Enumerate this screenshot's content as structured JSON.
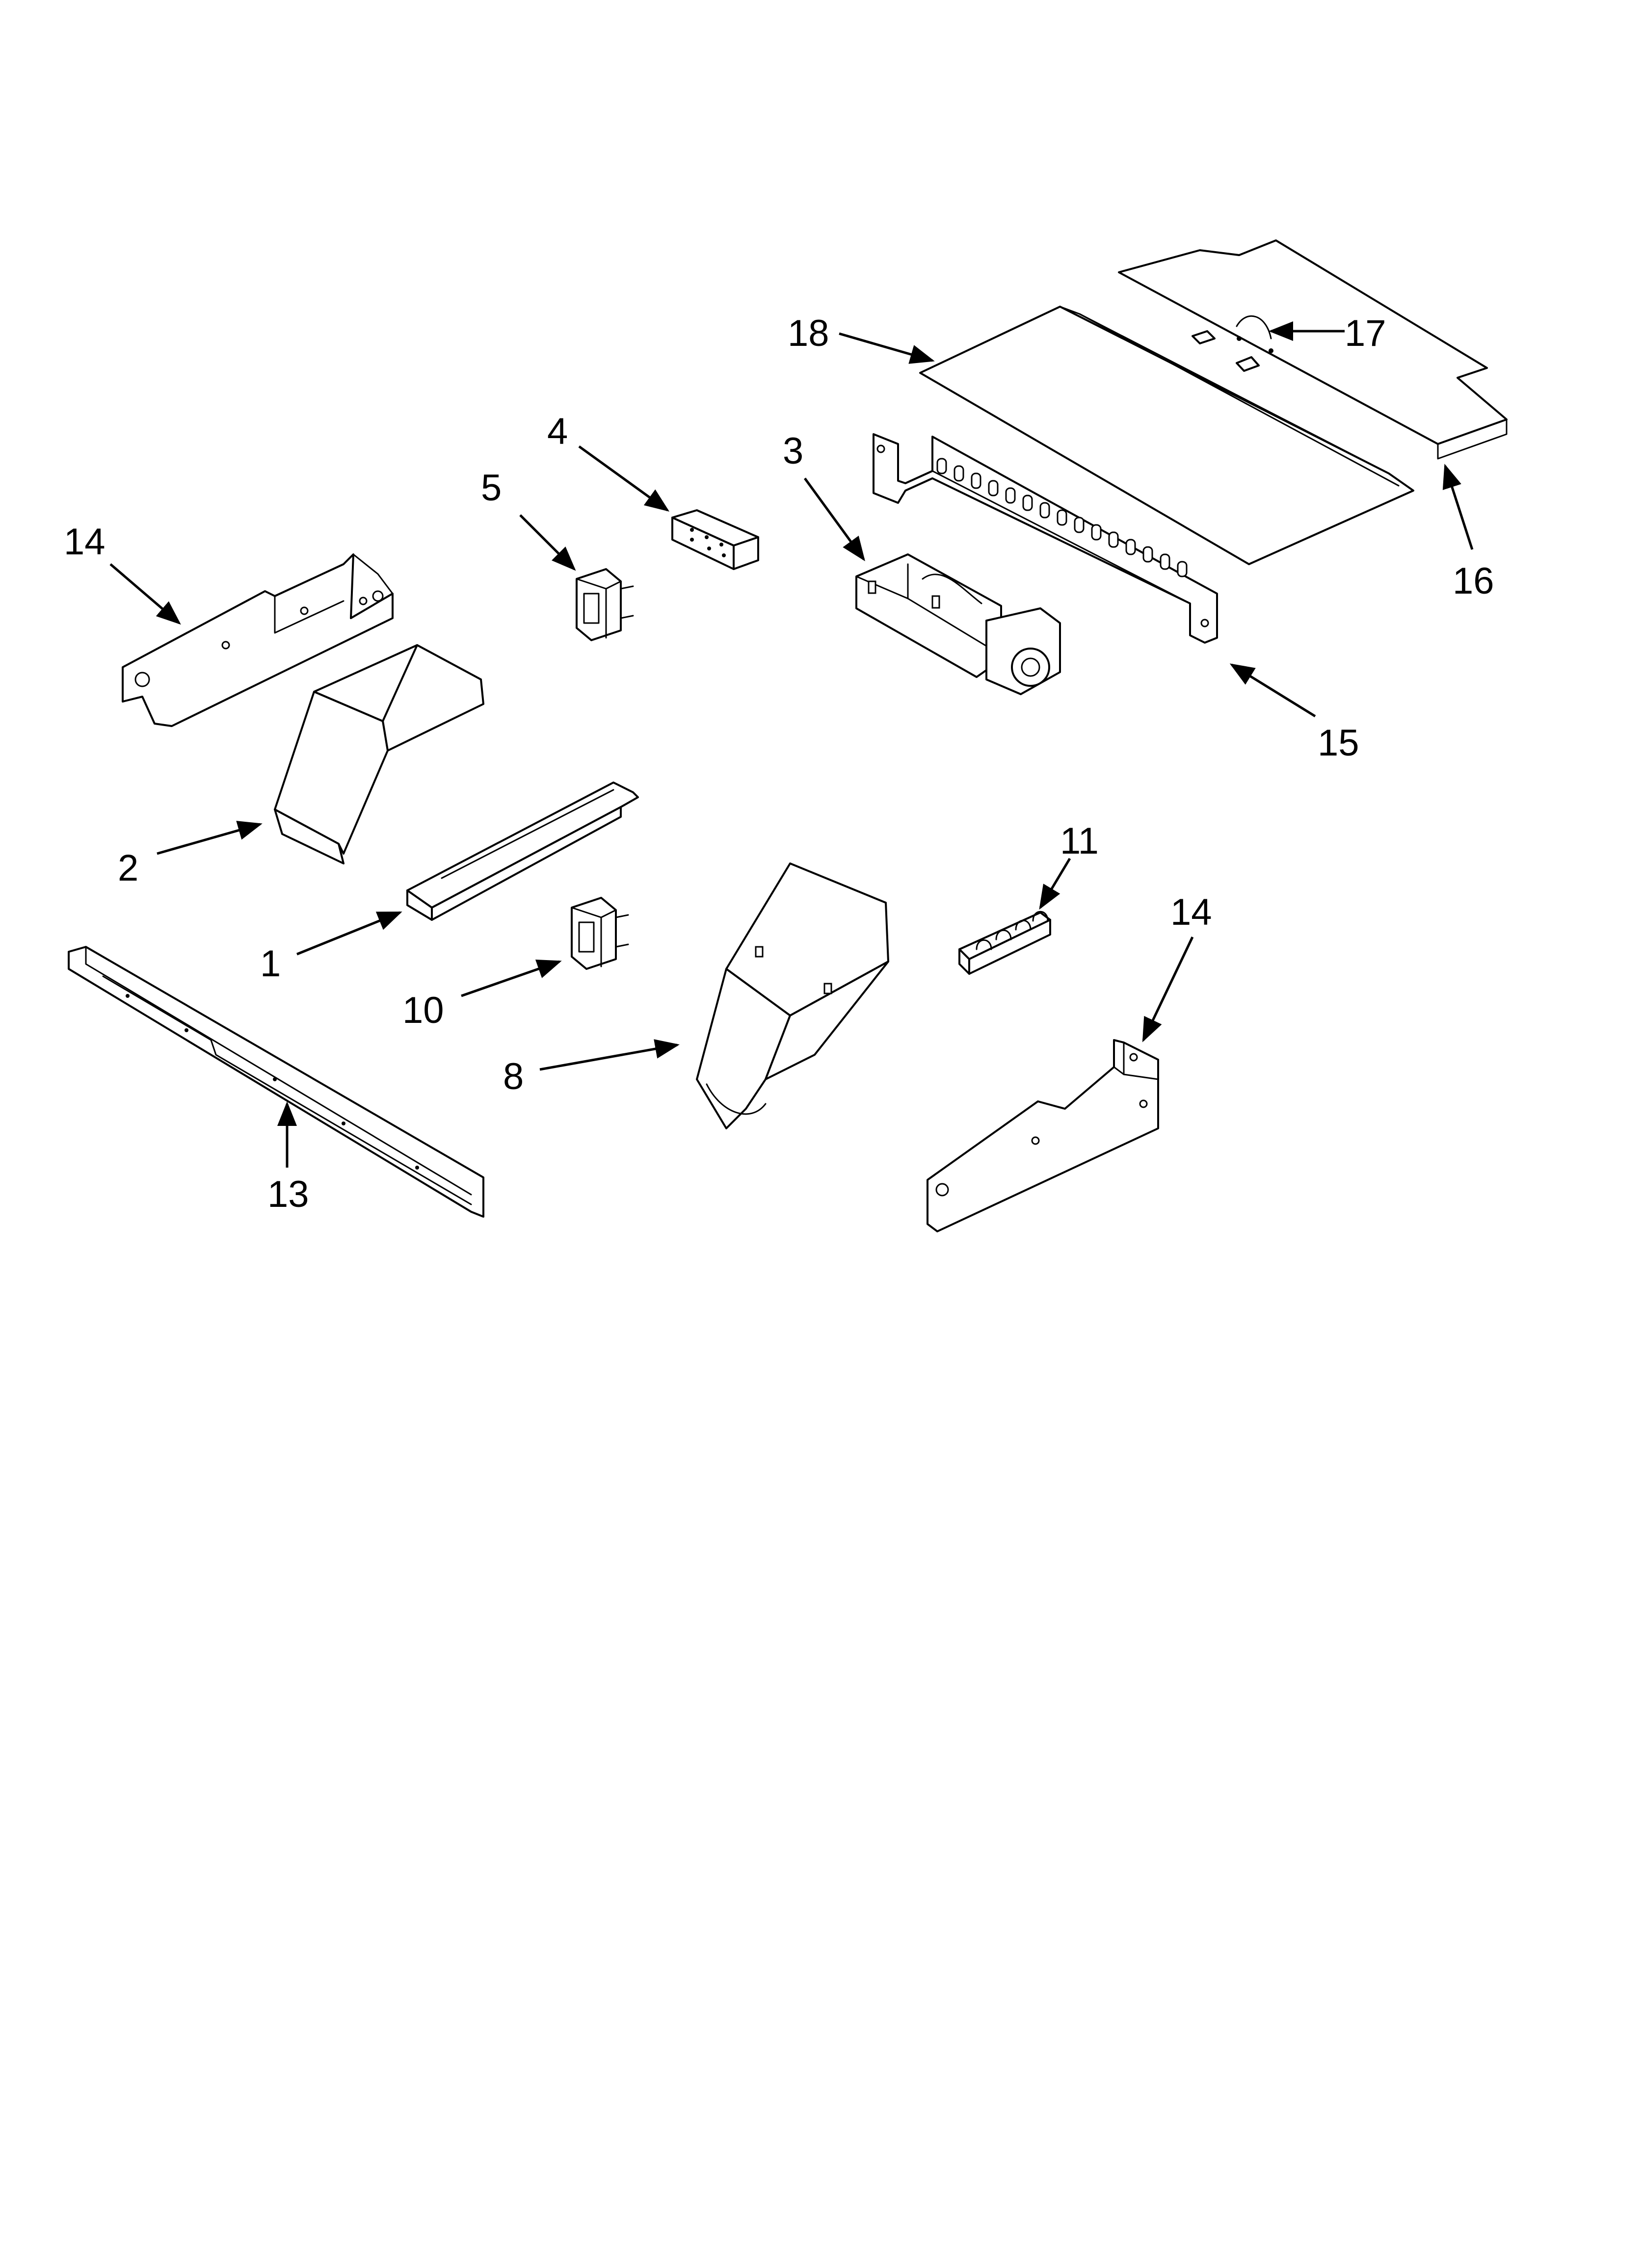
{
  "diagram": {
    "callouts": [
      {
        "id": "c1",
        "label": "1"
      },
      {
        "id": "c2",
        "label": "2"
      },
      {
        "id": "c3",
        "label": "3"
      },
      {
        "id": "c4",
        "label": "4"
      },
      {
        "id": "c5",
        "label": "5"
      },
      {
        "id": "c8",
        "label": "8"
      },
      {
        "id": "c10",
        "label": "10"
      },
      {
        "id": "c11",
        "label": "11"
      },
      {
        "id": "c13",
        "label": "13"
      },
      {
        "id": "c14a",
        "label": "14"
      },
      {
        "id": "c14b",
        "label": "14"
      },
      {
        "id": "c15",
        "label": "15"
      },
      {
        "id": "c16",
        "label": "16"
      },
      {
        "id": "c17",
        "label": "17"
      },
      {
        "id": "c18",
        "label": "18"
      }
    ],
    "line_color": "#000000",
    "background": "#ffffff"
  }
}
